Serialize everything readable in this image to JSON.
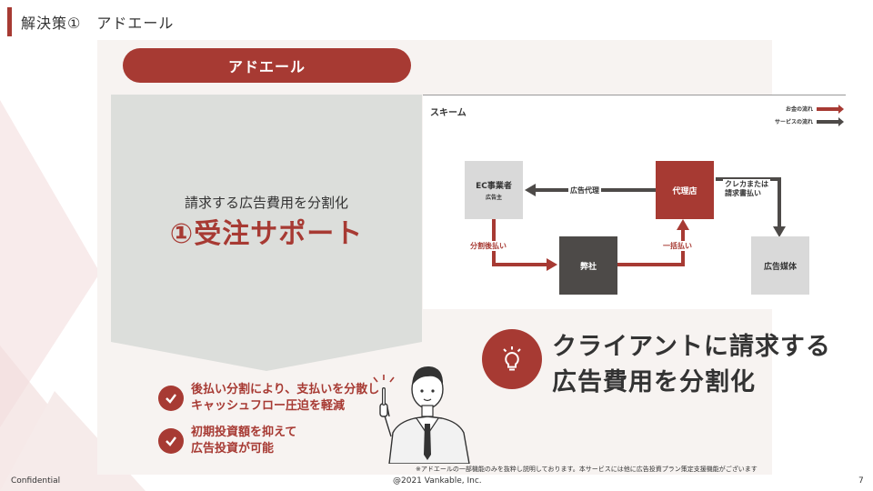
{
  "header": {
    "title": "解決策①　アドエール"
  },
  "product_pill": {
    "label": "アドエール"
  },
  "feature": {
    "subtitle": "請求する広告費用を分割化",
    "title": "①受注サポート"
  },
  "scheme": {
    "title": "スキーム",
    "legend": [
      {
        "label": "お金の流れ",
        "color": "#a73a33"
      },
      {
        "label": "サービスの流れ",
        "color": "#4d4a48"
      }
    ],
    "boxes": {
      "ec": {
        "label": "EC事業者",
        "sub": "広告主"
      },
      "agency": {
        "label": "代理店"
      },
      "company": {
        "label": "弊社"
      },
      "media": {
        "label": "広告媒体"
      }
    },
    "flows": {
      "ad_agency": "広告代理",
      "split_pay": "分割後払い",
      "lump_pay": "一括払い",
      "credit_line1": "クレカまたは",
      "credit_line2": "請求書払い"
    }
  },
  "headline": {
    "line1": "クライアントに請求する",
    "line2": "広告費用を分割化"
  },
  "benefits": [
    {
      "line1": "後払い分割により、支払いを分散し",
      "line2": "キャッシュフロー圧迫を軽減"
    },
    {
      "line1": "初期投資額を抑えて",
      "line2": "広告投資が可能"
    }
  ],
  "footnote": "※アドエールの一部機能のみを抜粋し説明しております。本サービスには他に広告投資プラン策定支援機能がございます",
  "footer": {
    "left": "Confidential",
    "center": "@2021 Vankable, Inc.",
    "page": "7"
  },
  "colors": {
    "accent": "#a73a33",
    "dark": "#4d4a48",
    "gray_box": "#d9d9d9",
    "chevron": "#dcdedb"
  }
}
